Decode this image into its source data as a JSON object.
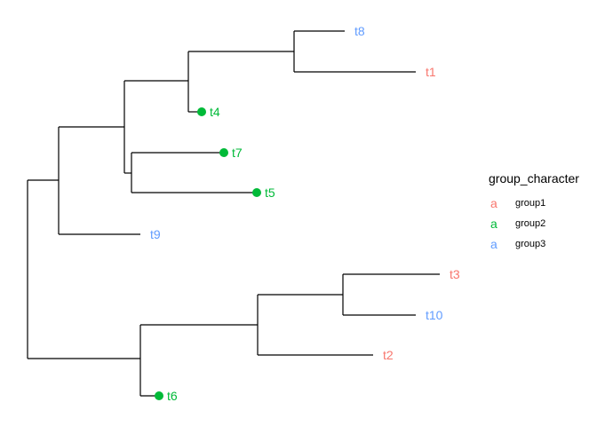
{
  "colors": {
    "group1": "#F8766D",
    "group2": "#00BA38",
    "group3": "#619CFF",
    "branch": "#000000"
  },
  "tips": [
    {
      "label": "t8",
      "group": "group3"
    },
    {
      "label": "t1",
      "group": "group1"
    },
    {
      "label": "t4",
      "group": "group2",
      "point": true
    },
    {
      "label": "t7",
      "group": "group2",
      "point": true
    },
    {
      "label": "t5",
      "group": "group2",
      "point": true
    },
    {
      "label": "t9",
      "group": "group3"
    },
    {
      "label": "t3",
      "group": "group1"
    },
    {
      "label": "t10",
      "group": "group3"
    },
    {
      "label": "t2",
      "group": "group1"
    },
    {
      "label": "t6",
      "group": "group2",
      "point": true
    }
  ],
  "legend": {
    "title": "group_character",
    "key_glyph": "a",
    "items": [
      {
        "label": "group1",
        "group": "group1"
      },
      {
        "label": "group2",
        "group": "group2"
      },
      {
        "label": "group3",
        "group": "group3"
      }
    ]
  }
}
